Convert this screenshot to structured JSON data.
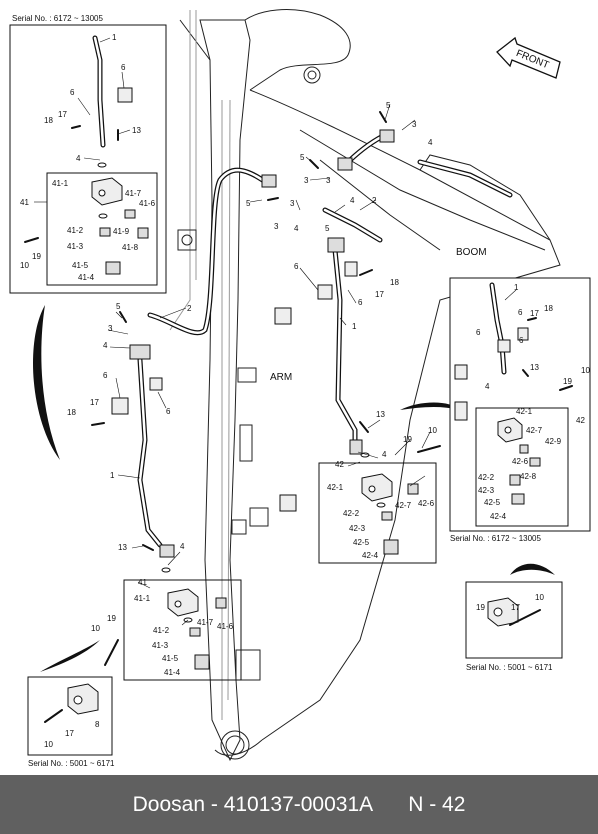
{
  "footer": {
    "brand": "Doosan",
    "separator": " - ",
    "part_number": "410137-00031A",
    "page": "N - 42"
  },
  "direction": {
    "front": "FRONT"
  },
  "sections": {
    "boom": "BOOM",
    "arm": "ARM"
  },
  "serial_labels": {
    "top_left": "Serial No. : 6172 ~ 13005",
    "right_main": "Serial No. : 6172 ~ 13005",
    "right_small": "Serial No. : 5001 ~ 6171",
    "bottom_left": "Serial No. : 5001 ~ 6171"
  },
  "callouts": {
    "p1": "1",
    "p2": "2",
    "p3": "3",
    "p4": "4",
    "p5": "5",
    "p6": "6",
    "p8": "8",
    "p10": "10",
    "p13": "13",
    "p17": "17",
    "p18": "18",
    "p19": "19",
    "p41": "41",
    "p41_1": "41-1",
    "p41_2": "41-2",
    "p41_3": "41-3",
    "p41_4": "41-4",
    "p41_5": "41-5",
    "p41_6": "41-6",
    "p41_7": "41-7",
    "p41_8": "41-8",
    "p41_9": "41-9",
    "p42": "42",
    "p42_1": "42-1",
    "p42_2": "42-2",
    "p42_3": "42-3",
    "p42_4": "42-4",
    "p42_5": "42-5",
    "p42_6": "42-6",
    "p42_7": "42-7",
    "p42_8": "42-8",
    "p42_9": "42-9"
  }
}
